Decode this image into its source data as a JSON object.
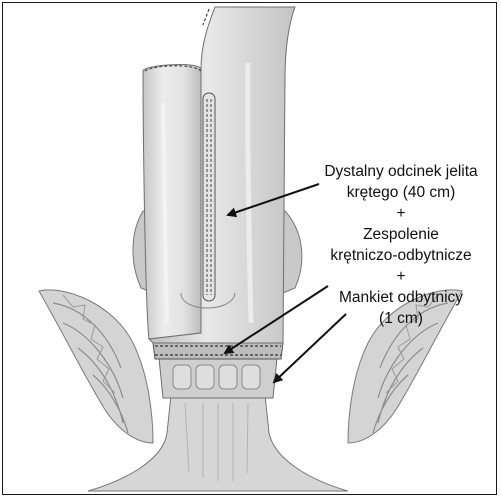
{
  "annotations": {
    "line1": "Dystalny odcinek jelita",
    "line2": "krętego (40 cm)",
    "plus1": "+",
    "line3": "Zespolenie",
    "line4": "krętniczo-odbytnicze",
    "plus2": "+",
    "line5": "Mankiet odbytnicy",
    "line6": "(1 cm)"
  },
  "colors": {
    "tissue": "#d9d9d9",
    "tissue_dark": "#a8a8a8",
    "outline": "#6f6f6f",
    "arrow": "#111111"
  }
}
